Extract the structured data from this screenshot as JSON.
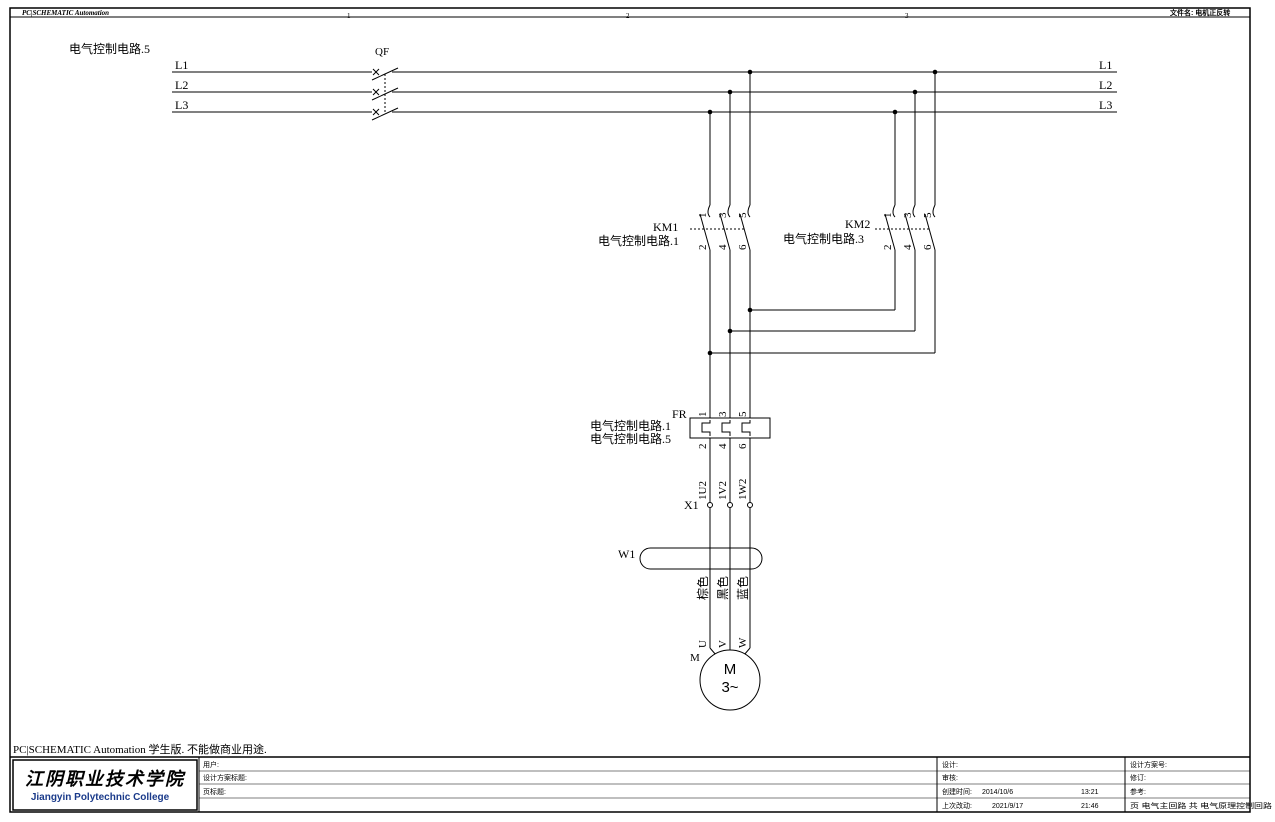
{
  "header": {
    "app_label": "PC|SCHEMATIC Automation",
    "column_numbers": [
      "1",
      "2",
      "3"
    ],
    "file_name": "文件名: 电机正反转"
  },
  "page_ref": "电气控制电路.5",
  "bus_labels": [
    "L1",
    "L2",
    "L3"
  ],
  "breaker": {
    "label": "QF"
  },
  "km1": {
    "label": "KM1",
    "ref": "电气控制电路.1",
    "terminals_top": [
      "1",
      "3",
      "5"
    ],
    "terminals_bottom": [
      "2",
      "4",
      "6"
    ]
  },
  "km2": {
    "label": "KM2",
    "ref": "电气控制电路.3",
    "terminals_top": [
      "1",
      "3",
      "5"
    ],
    "terminals_bottom": [
      "2",
      "4",
      "6"
    ]
  },
  "fr": {
    "label": "FR",
    "ref1": "电气控制电路.1",
    "ref2": "电气控制电路.5",
    "terminals_top": [
      "1",
      "3",
      "5"
    ],
    "terminals_bottom": [
      "2",
      "4",
      "6"
    ]
  },
  "terminal_block": {
    "label": "X1",
    "terminals": [
      "1U2",
      "1V2",
      "1W2"
    ]
  },
  "cable": {
    "label": "W1",
    "wires": [
      "棕色",
      "黑色",
      "蓝色"
    ]
  },
  "motor": {
    "label": "M",
    "terminals": [
      "U",
      "V",
      "W"
    ],
    "line1": "M",
    "line2": "3~"
  },
  "watermark": "PC|SCHEMATIC Automation 学生版. 不能做商业用途.",
  "title_block": {
    "logo_cn": "江阴职业技术学院",
    "logo_en": "Jiangyin Polytechnic College",
    "user": "用户:",
    "design_title": "设计方案标题:",
    "page_title": "页标题:",
    "designer": "设计:",
    "reviewer": "审核:",
    "created_label": "创建时间:",
    "created_date": "2014/10/6",
    "created_time": "13:21",
    "modified_label": "上次改动:",
    "modified_date": "2021/9/17",
    "modified_time": "21:46",
    "design_no": "设计方案号:",
    "revision": "修订:",
    "reference": "参考:",
    "page_info": "页   电气主回路    共   电气原理控制回路"
  }
}
